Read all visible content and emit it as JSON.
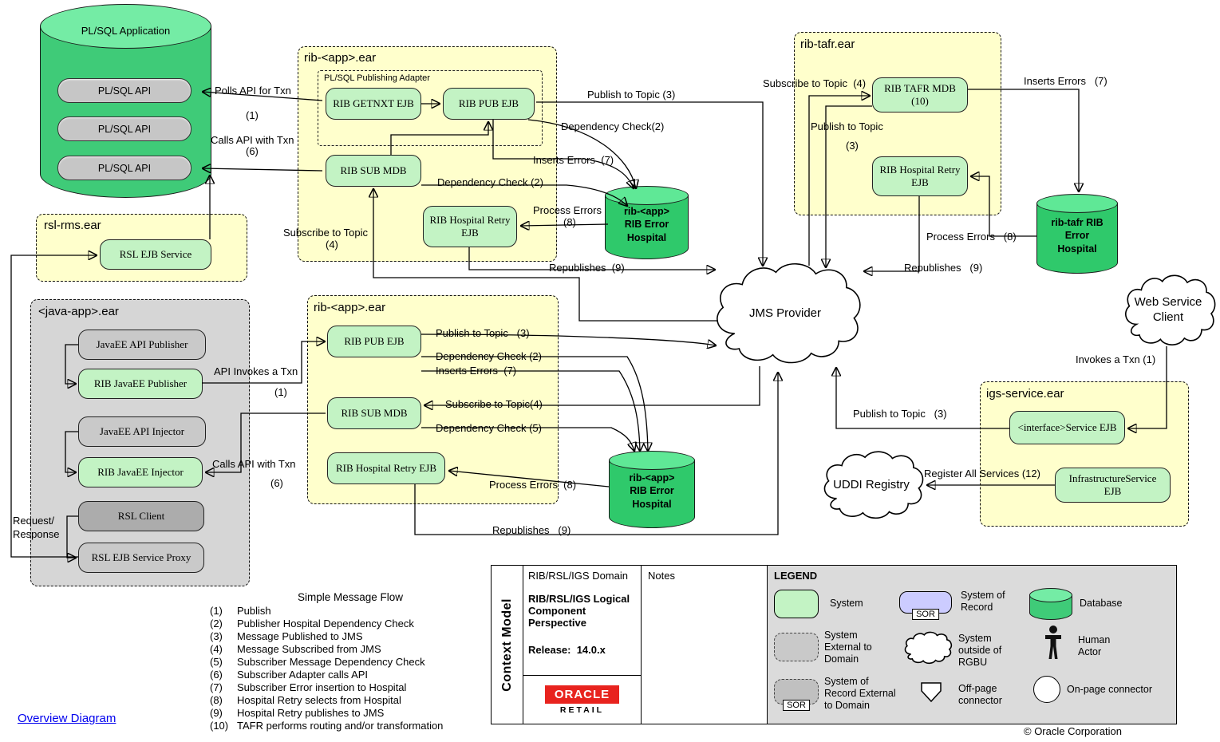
{
  "diagram": {
    "plsql_app": {
      "title": "PL/SQL Application",
      "apis": [
        "PL/SQL API",
        "PL/SQL API",
        "PL/SQL API"
      ]
    },
    "rsl_rms_ear": {
      "title": "rsl-rms.ear",
      "service": "RSL EJB Service"
    },
    "java_app_ear": {
      "title": "<java-app>.ear",
      "api_publisher": "JavaEE API  Publisher",
      "rib_publisher": "RIB JavaEE Publisher",
      "api_injector": "JavaEE API Injector",
      "rib_injector": "RIB JavaEE Injector",
      "rsl_client": "RSL Client",
      "rsl_proxy": "RSL EJB Service Proxy"
    },
    "rib_app_ear_top": {
      "title": "rib-<app>.ear",
      "adapter": "PL/SQL Publishing Adapter",
      "getnxt": "RIB GETNXT EJB",
      "pub": "RIB PUB EJB",
      "sub": "RIB SUB MDB",
      "retry1": "RIB Hospital Retry",
      "retry2": "EJB"
    },
    "rib_app_ear_mid": {
      "title": "rib-<app>.ear",
      "pub": "RIB PUB EJB",
      "sub": "RIB SUB MDB",
      "retry": "RIB Hospital Retry EJB"
    },
    "rib_tafr_ear": {
      "title": "rib-tafr.ear",
      "mdb1": "RIB TAFR MDB",
      "mdb2": "(10)",
      "retry1": "RIB Hospital Retry",
      "retry2": "EJB"
    },
    "igs_service_ear": {
      "title": "igs-service.ear",
      "interface_ejb": "<interface>Service EJB",
      "infra1": "InfrastructureService",
      "infra2": "EJB"
    },
    "hospital_top": {
      "l1": "rib-<app>",
      "l2": "RIB Error",
      "l3": "Hospital"
    },
    "hospital_mid": {
      "l1": "rib-<app>",
      "l2": "RIB Error",
      "l3": "Hospital"
    },
    "hospital_tafr": {
      "l1": "rib-tafr RIB",
      "l2": "Error",
      "l3": "Hospital"
    },
    "jms_provider": "JMS Provider",
    "web_service_client": {
      "l1": "Web Service",
      "l2": "Client"
    },
    "uddi_registry": "UDDI Registry"
  },
  "edges": {
    "polls_api": "Polls API for Txn",
    "polls_api_num": "(1)",
    "calls_api_top": "Calls API with Txn",
    "calls_api_top_num": "(6)",
    "publish_top": "Publish to Topic (3)",
    "dep_check_pub_top": "Dependency Check(2)",
    "inserts_errors_top": "Inserts Errors  (7)",
    "dep_check_sub_top": "Dependency Check (2)",
    "subscribe_top": "Subscribe to Topic",
    "subscribe_top_num": "(4)",
    "process_errors_top": "Process Errors",
    "process_errors_top_num": "(8)",
    "republishes_top": "Republishes  (9)",
    "tafr_subscribe": "Subscribe to Topic  (4)",
    "tafr_publish": "Publish to Topic",
    "tafr_publish_num": "(3)",
    "tafr_inserts": "Inserts Errors   (7)",
    "tafr_process": "Process Errors   (8)",
    "tafr_republishes": "Republishes   (9)",
    "ws_invokes": "Invokes a Txn (1)",
    "igs_publish": "Publish to Topic   (3)",
    "register_services": "Register All Services (12)",
    "mid_publish": "Publish to Topic   (3)",
    "mid_dep_check2": "Dependency Check (2)",
    "mid_inserts": "Inserts Errors  (7)",
    "mid_subscribe": "Subscribe to Topic(4)",
    "mid_dep_check5": "Dependency Check (5)",
    "mid_process": "Process Errors  (8)",
    "mid_republishes": "Republishes   (9)",
    "api_invokes": "API Invokes a Txn",
    "api_invokes_num": "(1)",
    "calls_api_mid": "Calls API with Txn",
    "calls_api_mid_num": "(6)",
    "request_response_1": "Request/",
    "request_response_2": "Response"
  },
  "flow": {
    "title": "Simple Message Flow",
    "items": [
      {
        "num": "(1)",
        "text": "Publish"
      },
      {
        "num": "(2)",
        "text": "Publisher Hospital Dependency Check"
      },
      {
        "num": "(3)",
        "text": "Message Published to JMS"
      },
      {
        "num": "(4)",
        "text": "Message Subscribed from JMS"
      },
      {
        "num": "(5)",
        "text": "Subscriber Message Dependency Check"
      },
      {
        "num": "(6)",
        "text": "Subscriber Adapter calls API"
      },
      {
        "num": "(7)",
        "text": "Subscriber Error insertion to Hospital"
      },
      {
        "num": "(8)",
        "text": "Hospital Retry selects from Hospital"
      },
      {
        "num": "(9)",
        "text": "Hospital Retry publishes to JMS"
      },
      {
        "num": "(10)",
        "text": "TAFR performs routing and/or transformation"
      }
    ]
  },
  "context": {
    "rotated": "Context Model",
    "domain": "RIB/RSL/IGS Domain",
    "perspective": "RIB/RSL/IGS Logical Component Perspective",
    "release": "Release:  14.0.x",
    "notes": "Notes",
    "logo_main": "ORACLE",
    "logo_sub": "RETAIL"
  },
  "legend": {
    "title": "LEGEND",
    "system": "System",
    "system_of_record": "System of Record",
    "sor": "SOR",
    "database": "Database",
    "system_external": "System External to Domain",
    "outside_rgbu": "System outside of RGBU",
    "human_actor": "Human Actor",
    "sor_external": "System of Record External to Domain",
    "offpage": "Off-page connector",
    "onpage": "On-page connector"
  },
  "footer": {
    "link": "Overview Diagram",
    "copyright": "© Oracle Corporation"
  },
  "colors": {
    "ear_yellow": "#FFFFCC",
    "node_green": "#C3F3C4",
    "cylinder_green": "#3FCB78",
    "sor_purple": "#CCCCFF",
    "oracle_red": "#E8231E"
  }
}
